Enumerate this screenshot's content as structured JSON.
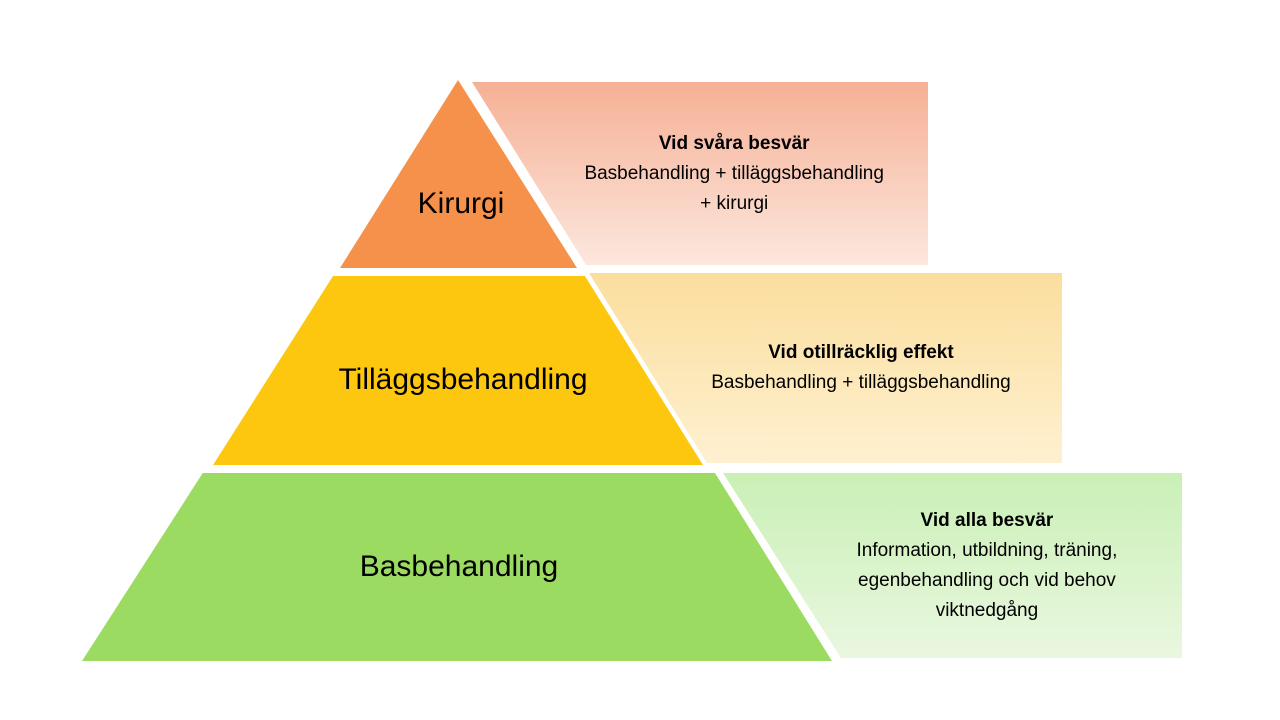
{
  "canvas": {
    "background": "#ffffff"
  },
  "pyramid": {
    "description": "Three-level stepped-care treatment pyramid with callout annotations",
    "levels": [
      {
        "id": "kirurgi",
        "label": "Kirurgi",
        "color": "#F5914A",
        "annotation": {
          "heading": "Vid svåra besvär",
          "lines": [
            "Basbehandling + tilläggsbehandling",
            "+ kirurgi"
          ],
          "gradient_top": "#F6B095",
          "gradient_bottom": "#FCE7DE"
        }
      },
      {
        "id": "tillaggsbehandling",
        "label": "Tilläggsbehandling",
        "color": "#FDC70F",
        "annotation": {
          "heading": "Vid otillräcklig effekt",
          "lines": [
            "Basbehandling + tilläggsbehandling"
          ],
          "gradient_top": "#FBDE9D",
          "gradient_bottom": "#FEF0D0"
        }
      },
      {
        "id": "basbehandling",
        "label": "Basbehandling",
        "color": "#9CDB62",
        "annotation": {
          "heading": "Vid alla besvär",
          "lines": [
            "Information, utbildning, träning,",
            "egenbehandling och vid behov",
            "viktnedgång"
          ],
          "gradient_top": "#C9F0B5",
          "gradient_bottom": "#EAF7E0"
        }
      }
    ]
  }
}
